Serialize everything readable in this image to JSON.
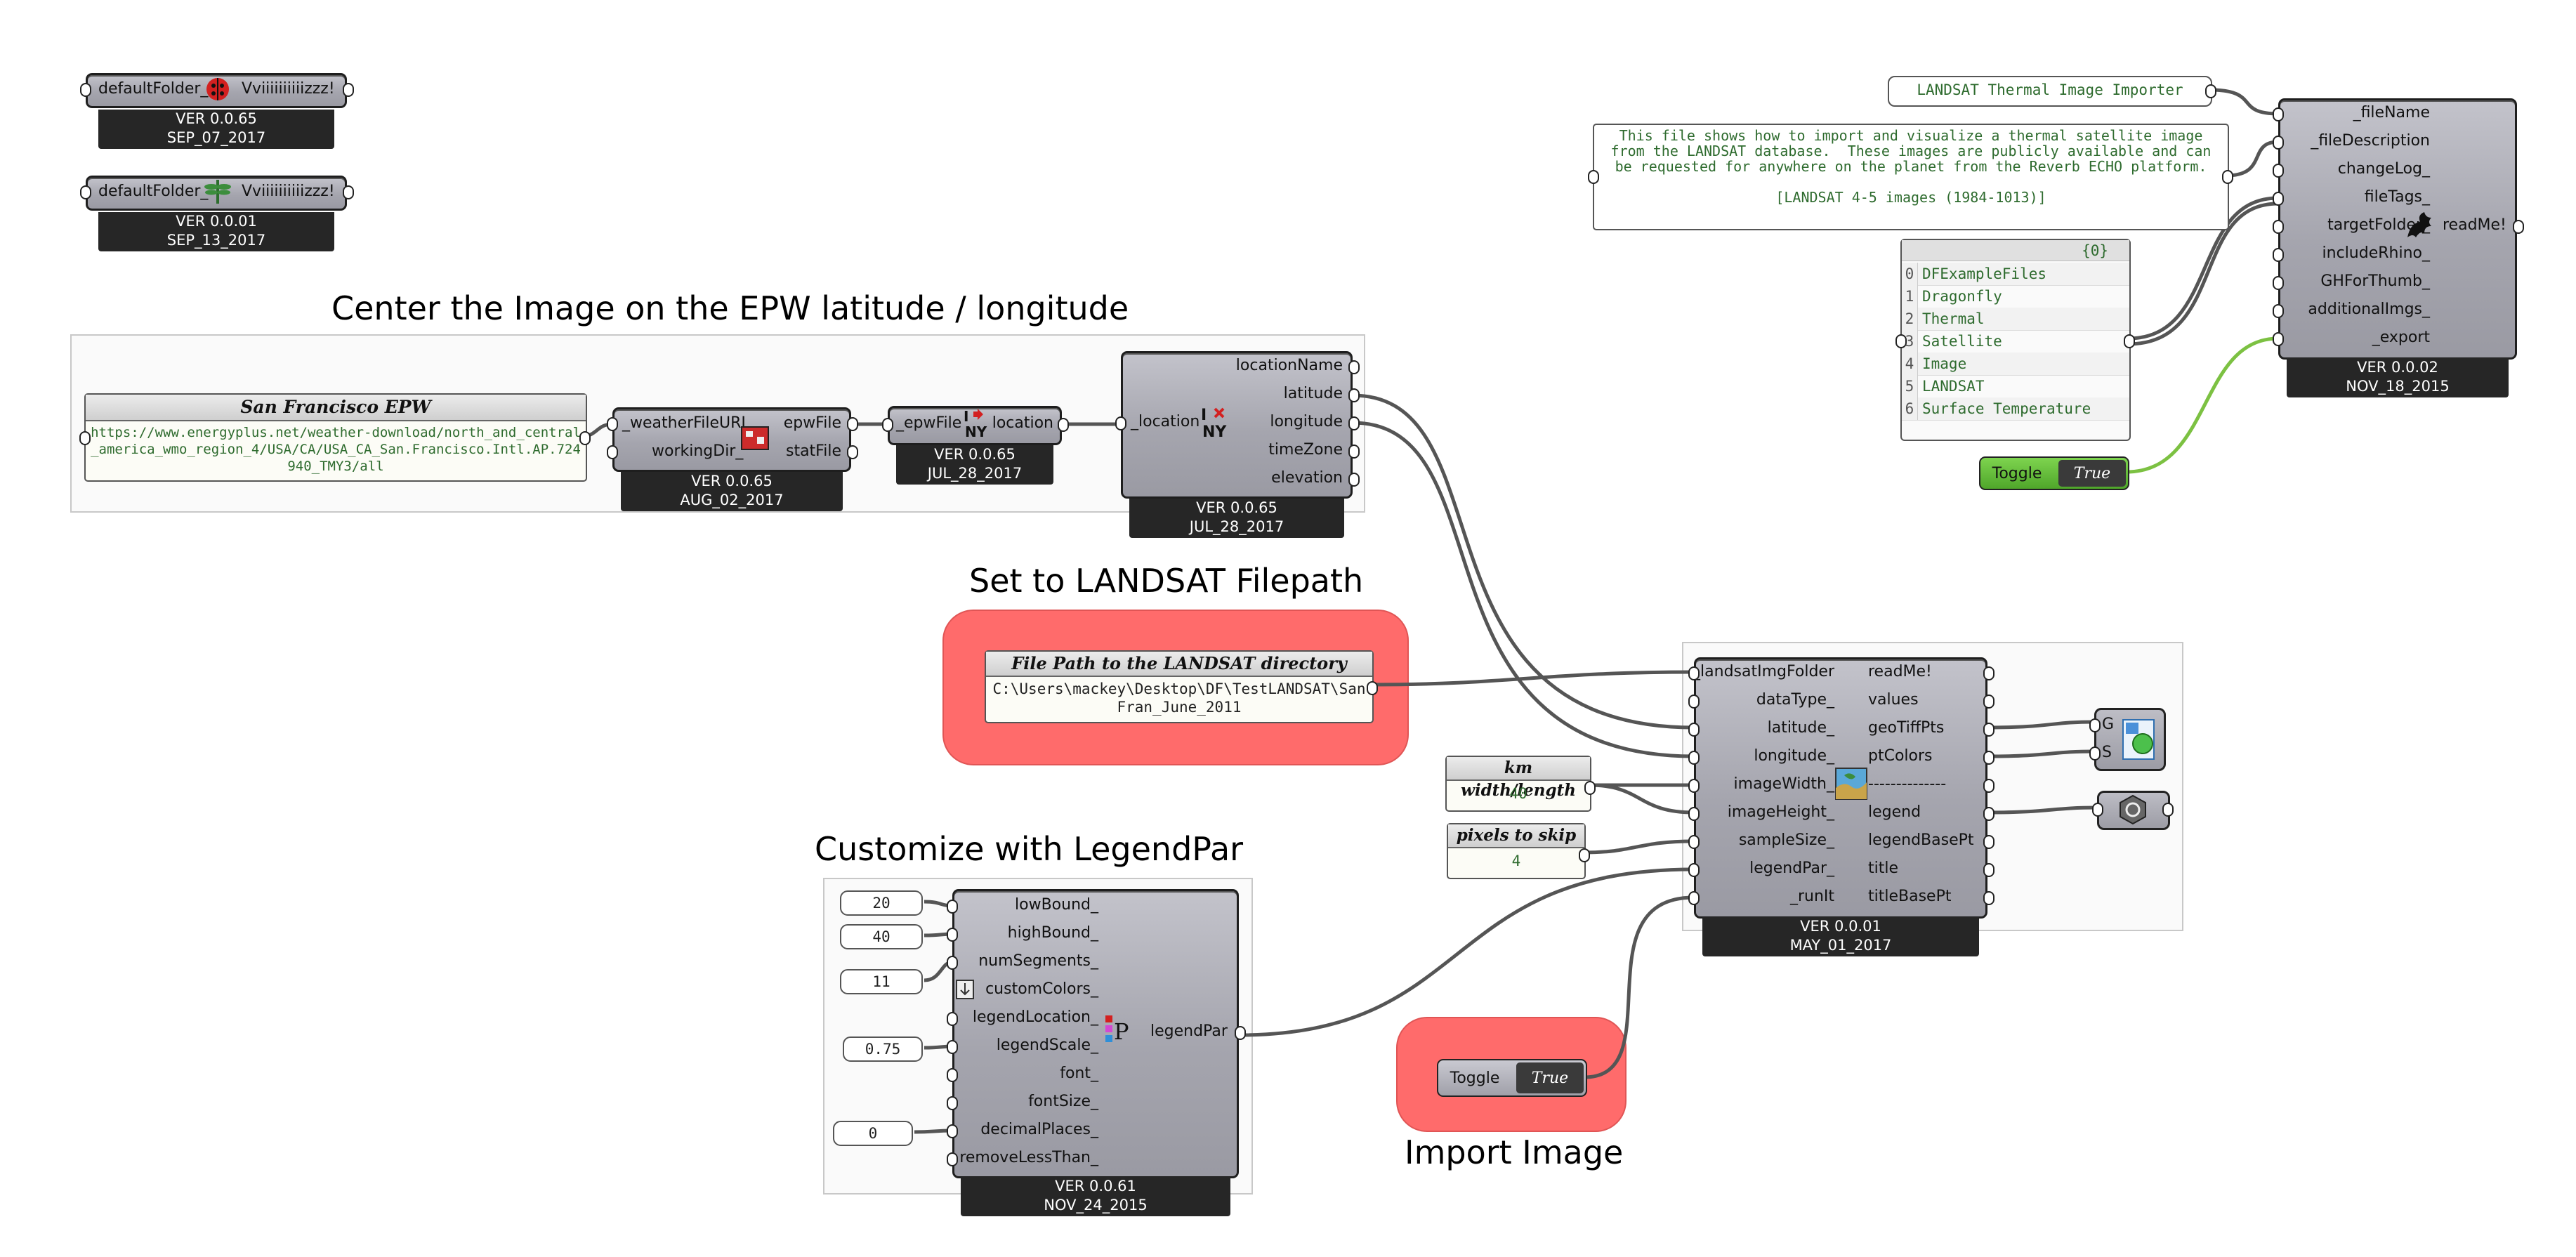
{
  "sections": {
    "epw_title": "Center the Image on the EPW latitude / longitude",
    "filepath_title": "Set to LANDSAT Filepath",
    "legend_title": "Customize with LegendPar",
    "import_title": "Import Image"
  },
  "df_version_1": {
    "input": "defaultFolder_",
    "output": "Vviiiiiiiiiizzz!",
    "version": "VER 0.0.65",
    "date": "SEP_07_2017"
  },
  "df_version_2": {
    "input": "defaultFolder_",
    "output": "Vviiiiiiiiiizzz!",
    "version": "VER 0.0.01",
    "date": "SEP_13_2017"
  },
  "epw_panel": {
    "header": "San Francisco EPW",
    "url": "https://www.energyplus.net/weather-download/north_and_central_america_wmo_region_4/USA/CA/USA_CA_San.Francisco.Intl.AP.724940_TMY3/all"
  },
  "download_weather": {
    "inputs": [
      "_weatherFileURL",
      "workingDir_"
    ],
    "outputs": [
      "epwFile",
      "statFile"
    ],
    "version": "VER 0.0.65",
    "date": "AUG_02_2017"
  },
  "import_location": {
    "input": "_epwFile",
    "output": "location",
    "version": "VER 0.0.65",
    "date": "JUL_28_2017"
  },
  "decompose_location": {
    "input": "_location",
    "outputs": [
      "locationName",
      "latitude",
      "longitude",
      "timeZone",
      "elevation"
    ],
    "version": "VER 0.0.65",
    "date": "JUL_28_2017"
  },
  "filepath_panel": {
    "header": "File Path to the LANDSAT directory",
    "value": "C:\\Users\\mackey\\Desktop\\DF\\TestLANDSAT\\SanFran_June_2011"
  },
  "km_panel": {
    "header": "km width/length",
    "value": "40"
  },
  "pixels_panel": {
    "header": "pixels to skip",
    "value": "4"
  },
  "landsat_importer": {
    "inputs": [
      "_landsatImgFolder",
      "dataType_",
      "latitude_",
      "longitude_",
      "imageWidth_",
      "imageHeight_",
      "sampleSize_",
      "legendPar_",
      "_runIt"
    ],
    "outputs": [
      "readMe!",
      "values",
      "geoTiffPts",
      "ptColors",
      "--------------",
      "legend",
      "legendBasePt",
      "title",
      "titleBasePt"
    ],
    "version": "VER 0.0.01",
    "date": "MAY_01_2017"
  },
  "custom_preview": {
    "inputs": [
      "G",
      "S"
    ]
  },
  "legend_par": {
    "inputs": [
      "lowBound_",
      "highBound_",
      "numSegments_",
      "customColors_",
      "legendLocation_",
      "legendScale_",
      "font_",
      "fontSize_",
      "decimalPlaces_",
      "removeLessThan_"
    ],
    "output": "legendPar",
    "version": "VER 0.0.61",
    "date": "NOV_24_2015"
  },
  "number_sliders": {
    "low": "20",
    "high": "40",
    "segments": "11",
    "scale": "0.75",
    "decimals": "0"
  },
  "import_toggle": {
    "label": "Toggle",
    "value": "True"
  },
  "export_toggle": {
    "label": "Toggle",
    "value": "True"
  },
  "file_name_panel": {
    "value": "LANDSAT Thermal Image Importer"
  },
  "file_desc_panel": {
    "value": "This file shows how to import and visualize a thermal satellite image from the LANDSAT database.  These images are publicly available and can be requested for anywhere on the planet from the Reverb ECHO platform.\n\n[LANDSAT 4-5 images (1984-1013)]"
  },
  "tags_list": {
    "header": "{0}",
    "items": [
      {
        "index": "0",
        "text": "DFExampleFiles"
      },
      {
        "index": "1",
        "text": "Dragonfly"
      },
      {
        "index": "2",
        "text": "Thermal"
      },
      {
        "index": "3",
        "text": "Satellite"
      },
      {
        "index": "4",
        "text": "Image"
      },
      {
        "index": "5",
        "text": "LANDSAT"
      },
      {
        "index": "6",
        "text": "Surface Temperature"
      }
    ]
  },
  "export_example": {
    "inputs": [
      "_fileName",
      "_fileDescription",
      "changeLog_",
      "fileTags_",
      "targetFolder_",
      "includeRhino_",
      "GHForThumb_",
      "additionalImgs_",
      "_export"
    ],
    "output": "readMe!",
    "version": "VER 0.0.02",
    "date": "NOV_18_2015"
  },
  "colors": {
    "wire": "#555555",
    "wire_active": "#7cc142",
    "highlight_group": "#ff6b6b",
    "node_body": "#a5a5ae",
    "footer": "#262626"
  }
}
